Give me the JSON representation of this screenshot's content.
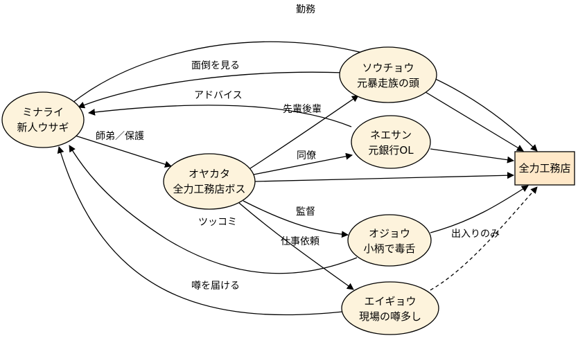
{
  "nodes": {
    "minarai": {
      "line1": "ミナライ",
      "line2": "新人ウサギ",
      "fill": "#fdf3dc"
    },
    "oyakata": {
      "line1": "オヤカタ",
      "line2": "全力工務店ボス",
      "fill": "#fdf3dc"
    },
    "souchou": {
      "line1": "ソウチョウ",
      "line2": "元暴走族の頭",
      "fill": "#fdf3dc"
    },
    "neesan": {
      "line1": "ネエサン",
      "line2": "元銀行OL",
      "fill": "#fdf3dc"
    },
    "ojou": {
      "line1": "オジョウ",
      "line2": "小柄で毒舌",
      "fill": "#fdf3dc"
    },
    "eigyou": {
      "line1": "エイギョウ",
      "line2": "現場の噂多し",
      "fill": "#fdf3dc"
    },
    "company": {
      "label": "全力工務店",
      "fill": "#ffe8c8"
    }
  },
  "edges": {
    "kinmu": "勤務",
    "mendou": "面倒を見る",
    "advice": "アドバイス",
    "shitei": "師弟／保護",
    "senpai": "先輩後輩",
    "douryou": "同僚",
    "kantoku": "監督",
    "tsukkomi": "ツッコミ",
    "shigoto": "仕事依頼",
    "uwasa": "噂を届ける",
    "deiri": "出入りのみ"
  }
}
